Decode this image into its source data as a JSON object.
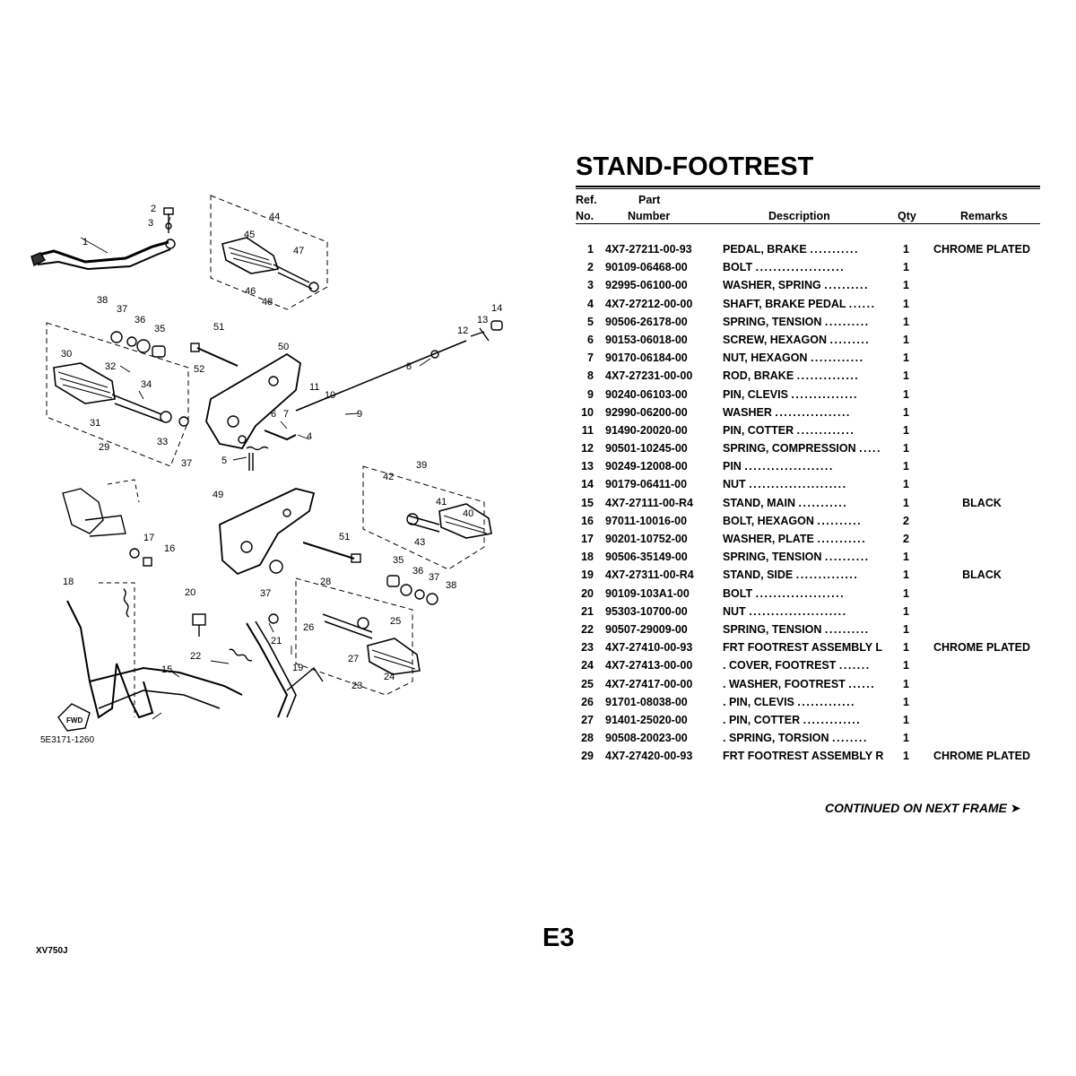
{
  "page": {
    "title": "STAND-FOOTREST",
    "continued": "CONTINUED ON NEXT FRAME ➤",
    "model": "XV750J",
    "page_id": "E3"
  },
  "table": {
    "headers": {
      "ref_line1": "Ref.",
      "ref_line2": "No.",
      "part_line1": "Part",
      "part_line2": "Number",
      "description": "Description",
      "qty": "Qty",
      "remarks": "Remarks"
    },
    "rows": [
      {
        "ref": "1",
        "part": "4X7-27211-00-93",
        "desc": "PEDAL, BRAKE",
        "dots": "...........",
        "qty": "1",
        "remarks": "CHROME PLATED"
      },
      {
        "ref": "2",
        "part": "90109-06468-00",
        "desc": "BOLT",
        "dots": "....................",
        "qty": "1",
        "remarks": ""
      },
      {
        "ref": "3",
        "part": "92995-06100-00",
        "desc": "WASHER, SPRING",
        "dots": "..........",
        "qty": "1",
        "remarks": ""
      },
      {
        "ref": "4",
        "part": "4X7-27212-00-00",
        "desc": "SHAFT, BRAKE PEDAL",
        "dots": "......",
        "qty": "1",
        "remarks": ""
      },
      {
        "ref": "5",
        "part": "90506-26178-00",
        "desc": "SPRING, TENSION",
        "dots": "..........",
        "qty": "1",
        "remarks": ""
      },
      {
        "ref": "6",
        "part": "90153-06018-00",
        "desc": "SCREW, HEXAGON",
        "dots": ".........",
        "qty": "1",
        "remarks": ""
      },
      {
        "ref": "7",
        "part": "90170-06184-00",
        "desc": "NUT, HEXAGON",
        "dots": "............",
        "qty": "1",
        "remarks": ""
      },
      {
        "ref": "8",
        "part": "4X7-27231-00-00",
        "desc": "ROD, BRAKE",
        "dots": "..............",
        "qty": "1",
        "remarks": ""
      },
      {
        "ref": "9",
        "part": "90240-06103-00",
        "desc": "PIN, CLEVIS",
        "dots": "...............",
        "qty": "1",
        "remarks": ""
      },
      {
        "ref": "10",
        "part": "92990-06200-00",
        "desc": "WASHER",
        "dots": ".................",
        "qty": "1",
        "remarks": ""
      },
      {
        "ref": "11",
        "part": "91490-20020-00",
        "desc": "PIN, COTTER",
        "dots": ".............",
        "qty": "1",
        "remarks": ""
      },
      {
        "ref": "12",
        "part": "90501-10245-00",
        "desc": "SPRING, COMPRESSION",
        "dots": ".....",
        "qty": "1",
        "remarks": ""
      },
      {
        "ref": "13",
        "part": "90249-12008-00",
        "desc": "PIN",
        "dots": "....................",
        "qty": "1",
        "remarks": ""
      },
      {
        "ref": "14",
        "part": "90179-06411-00",
        "desc": "NUT",
        "dots": "......................",
        "qty": "1",
        "remarks": ""
      },
      {
        "ref": "15",
        "part": "4X7-27111-00-R4",
        "desc": "STAND, MAIN",
        "dots": "...........",
        "qty": "1",
        "remarks": "BLACK"
      },
      {
        "ref": "16",
        "part": "97011-10016-00",
        "desc": "BOLT, HEXAGON",
        "dots": "..........",
        "qty": "2",
        "remarks": ""
      },
      {
        "ref": "17",
        "part": "90201-10752-00",
        "desc": "WASHER, PLATE",
        "dots": "...........",
        "qty": "2",
        "remarks": ""
      },
      {
        "ref": "18",
        "part": "90506-35149-00",
        "desc": "SPRING, TENSION",
        "dots": "..........",
        "qty": "1",
        "remarks": ""
      },
      {
        "ref": "19",
        "part": "4X7-27311-00-R4",
        "desc": "STAND, SIDE",
        "dots": "..............",
        "qty": "1",
        "remarks": "BLACK"
      },
      {
        "ref": "20",
        "part": "90109-103A1-00",
        "desc": "BOLT",
        "dots": "....................",
        "qty": "1",
        "remarks": ""
      },
      {
        "ref": "21",
        "part": "95303-10700-00",
        "desc": "NUT",
        "dots": "......................",
        "qty": "1",
        "remarks": ""
      },
      {
        "ref": "22",
        "part": "90507-29009-00",
        "desc": "SPRING, TENSION",
        "dots": "..........",
        "qty": "1",
        "remarks": ""
      },
      {
        "ref": "23",
        "part": "4X7-27410-00-93",
        "desc": "FRT FOOTREST ASSEMBLY L",
        "dots": "",
        "qty": "1",
        "remarks": "CHROME PLATED"
      },
      {
        "ref": "24",
        "part": "4X7-27413-00-00",
        "desc": ". COVER, FOOTREST",
        "dots": ".......",
        "qty": "1",
        "remarks": ""
      },
      {
        "ref": "25",
        "part": "4X7-27417-00-00",
        "desc": ". WASHER, FOOTREST",
        "dots": "......",
        "qty": "1",
        "remarks": ""
      },
      {
        "ref": "26",
        "part": "91701-08038-00",
        "desc": ". PIN, CLEVIS",
        "dots": ".............",
        "qty": "1",
        "remarks": ""
      },
      {
        "ref": "27",
        "part": "91401-25020-00",
        "desc": ". PIN, COTTER",
        "dots": ".............",
        "qty": "1",
        "remarks": ""
      },
      {
        "ref": "28",
        "part": "90508-20023-00",
        "desc": ". SPRING, TORSION",
        "dots": "........",
        "qty": "1",
        "remarks": ""
      },
      {
        "ref": "29",
        "part": "4X7-27420-00-93",
        "desc": "FRT FOOTREST ASSEMBLY R",
        "dots": "",
        "qty": "1",
        "remarks": "CHROME PLATED"
      }
    ]
  },
  "diagram": {
    "drawing_code": "5E3171-1260",
    "fwd_label": "FWD",
    "callouts": [
      "1",
      "2",
      "3",
      "4",
      "5",
      "6",
      "7",
      "8",
      "9",
      "10",
      "11",
      "12",
      "13",
      "14",
      "15",
      "16",
      "17",
      "18",
      "19",
      "20",
      "21",
      "22",
      "23",
      "24",
      "25",
      "26",
      "27",
      "28",
      "29",
      "30",
      "31",
      "32",
      "33",
      "34",
      "35",
      "36",
      "37",
      "38",
      "39",
      "40",
      "41",
      "42",
      "43",
      "44",
      "45",
      "46",
      "47",
      "48",
      "49",
      "50",
      "51",
      "52"
    ]
  }
}
